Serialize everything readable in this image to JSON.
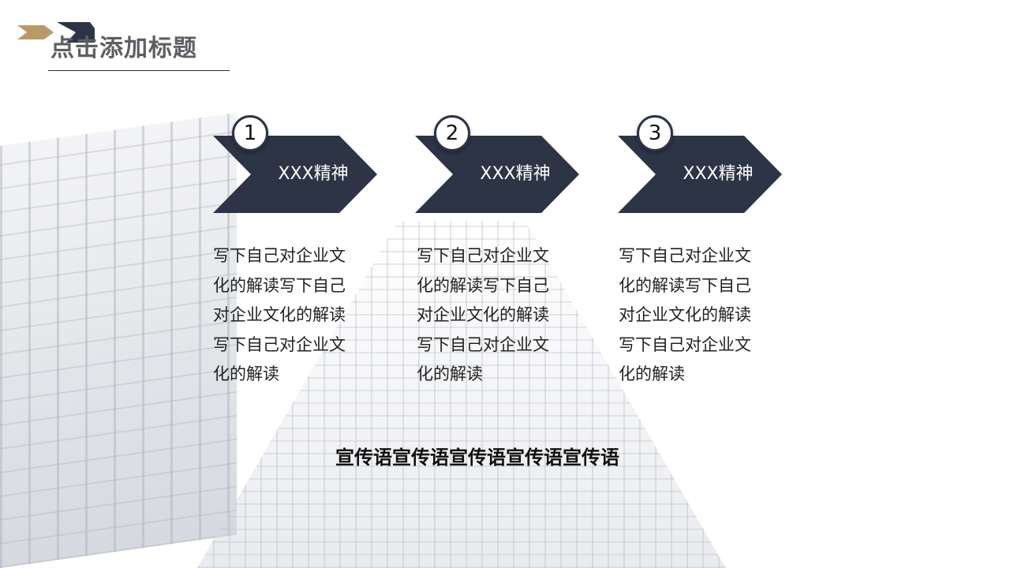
{
  "slide": {
    "title": "点击添加标题",
    "steps": [
      {
        "number": "1",
        "label": "XXX精神",
        "description": "写下自己对企业文化的解读写下自己对企业文化的解读写下自己对企业文化的解读"
      },
      {
        "number": "2",
        "label": "XXX精神",
        "description": "写下自己对企业文化的解读写下自己对企业文化的解读写下自己对企业文化的解读"
      },
      {
        "number": "3",
        "label": "XXX精神",
        "description": "写下自己对企业文化的解读写下自己对企业文化的解读写下自己对企业文化的解读"
      }
    ],
    "slogan": "宣传语宣传语宣传语宣传语宣传语"
  },
  "colors": {
    "navy": "#2d3446",
    "gold": "#b99a67",
    "title_gray": "#5d5f63"
  },
  "icons": {
    "logo": "chevron-logo-icon"
  }
}
